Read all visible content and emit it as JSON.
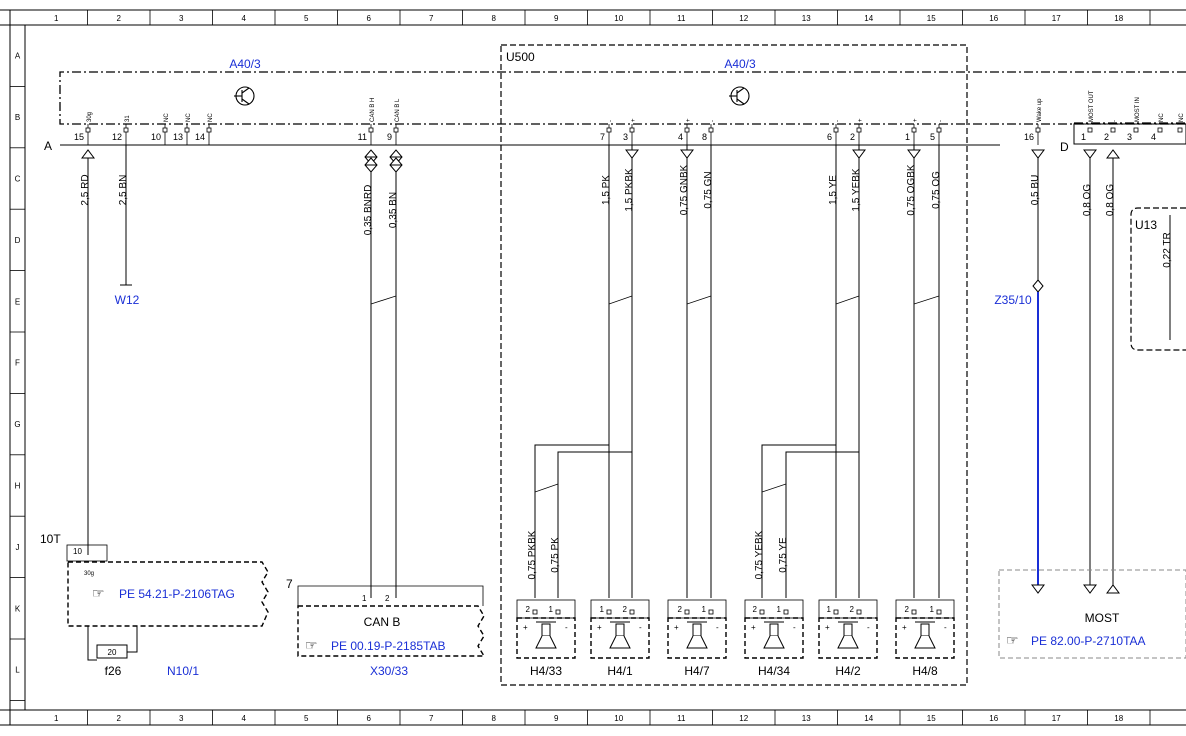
{
  "grid": {
    "columns": [
      "1",
      "2",
      "3",
      "4",
      "5",
      "6",
      "7",
      "8",
      "9",
      "10",
      "11",
      "12",
      "13",
      "14",
      "15",
      "16",
      "17",
      "18"
    ],
    "rows": [
      "A",
      "B",
      "C",
      "D",
      "E",
      "F",
      "G",
      "H",
      "J",
      "K",
      "L"
    ]
  },
  "colors": {
    "accent": "#1a2fd6",
    "line": "#000000",
    "gray": "#888888"
  },
  "modules": {
    "a40_left": "A40/3",
    "a40_right": "A40/3",
    "u500": "U500",
    "u13": "U13",
    "side_a": "A",
    "side_d": "D"
  },
  "pins_top": [
    {
      "num": "15",
      "sig": "30g"
    },
    {
      "num": "12",
      "sig": "31"
    },
    {
      "num": "10",
      "sig": "NC"
    },
    {
      "num": "13",
      "sig": "NC"
    },
    {
      "num": "14",
      "sig": "NC"
    },
    {
      "num": "11",
      "sig": "CAN B H"
    },
    {
      "num": "9",
      "sig": "CAN B L"
    },
    {
      "num": "7",
      "sig": "-"
    },
    {
      "num": "3",
      "sig": "+"
    },
    {
      "num": "4",
      "sig": "+"
    },
    {
      "num": "8",
      "sig": "-"
    },
    {
      "num": "6",
      "sig": "-"
    },
    {
      "num": "2",
      "sig": "+"
    },
    {
      "num": "1",
      "sig": "+"
    },
    {
      "num": "5",
      "sig": "-"
    },
    {
      "num": "16",
      "sig": "Wake up"
    }
  ],
  "most_pins": [
    {
      "num": "1",
      "sig": "MOST OUT"
    },
    {
      "num": "2",
      "sig": "-"
    },
    {
      "num": "3",
      "sig": "MOST IN"
    },
    {
      "num": "4",
      "sig": "NC"
    },
    {
      "num": "",
      "sig": "NC"
    }
  ],
  "wires": [
    "2,5 RD",
    "2,5 BN",
    "0,35 BNRD",
    "0,35 BN",
    "1,5 PK",
    "1,5 PKBK",
    "0,75 GNBK",
    "0,75 GN",
    "1,5 YE",
    "1,5 YEBK",
    "0,75 OGBK",
    "0,75 OG",
    "0,5 BU",
    "0,8 OG",
    "0,8 OG",
    "0,22 TR"
  ],
  "lower_wires": [
    "0,75 PKBK",
    "0,75 PK",
    "0,75 YEBK",
    "0,75 YE"
  ],
  "components": {
    "w12": "W12",
    "z35": "Z35/10",
    "n10_ref": "PE 54.21-P-2106TAG",
    "n10": "N10/1",
    "fuse": "f26",
    "fuse_num": "20",
    "pin_10t": "10T",
    "n10_pin_num": "10",
    "n10_pin_sig": "30g",
    "canb_title": "CAN B",
    "canb_ref": "PE 00.19-P-2185TAB",
    "canb_num": "7",
    "x30": "X30/33",
    "most_title": "MOST",
    "most_ref": "PE 82.00-P-2710TAA"
  },
  "speakers": [
    {
      "name": "H4/33",
      "pins": [
        "2",
        "1"
      ]
    },
    {
      "name": "H4/1",
      "pins": [
        "1",
        "2"
      ]
    },
    {
      "name": "H4/7",
      "pins": [
        "2",
        "1"
      ]
    },
    {
      "name": "H4/34",
      "pins": [
        "2",
        "1"
      ]
    },
    {
      "name": "H4/2",
      "pins": [
        "1",
        "2"
      ]
    },
    {
      "name": "H4/8",
      "pins": [
        "2",
        "1"
      ]
    }
  ],
  "canb_pins": [
    "1",
    "2"
  ]
}
